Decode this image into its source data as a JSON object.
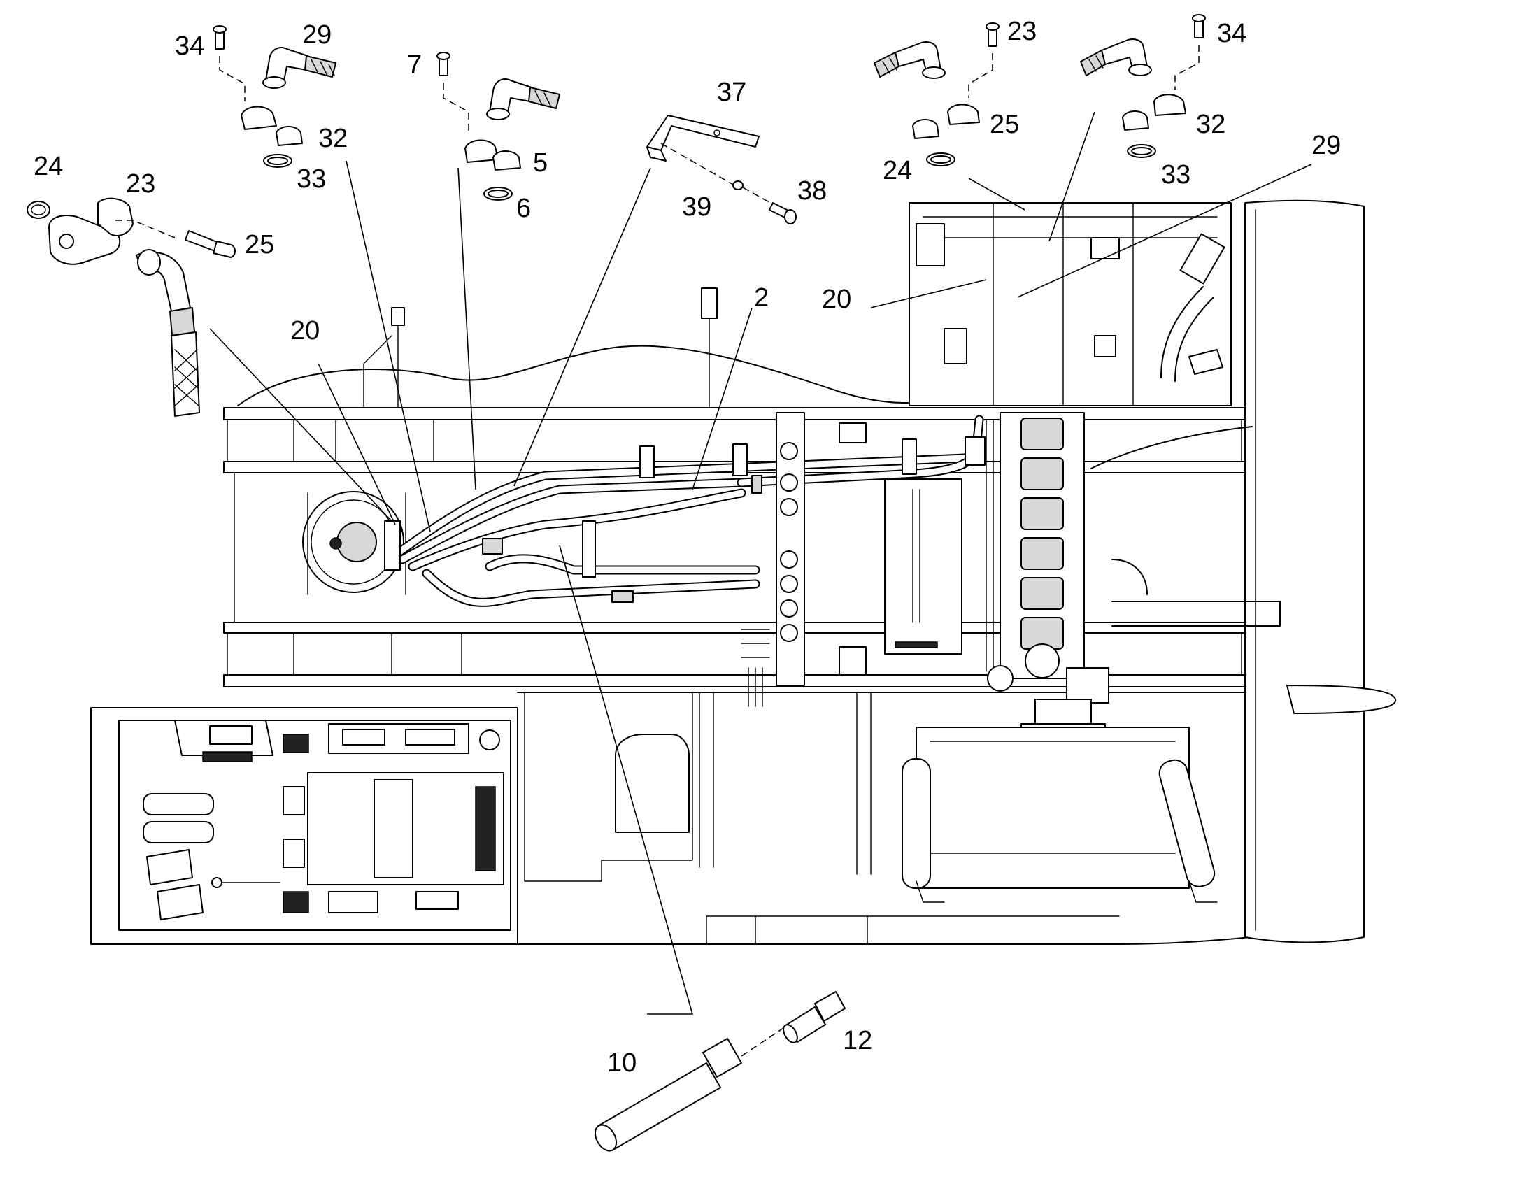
{
  "diagram": {
    "callouts": [
      {
        "id": "c34a",
        "text": "34"
      },
      {
        "id": "c29a",
        "text": "29"
      },
      {
        "id": "c7",
        "text": "7"
      },
      {
        "id": "c32a",
        "text": "32"
      },
      {
        "id": "c33a",
        "text": "33"
      },
      {
        "id": "c5",
        "text": "5"
      },
      {
        "id": "c6",
        "text": "6"
      },
      {
        "id": "c24a",
        "text": "24"
      },
      {
        "id": "c23a",
        "text": "23"
      },
      {
        "id": "c25a",
        "text": "25"
      },
      {
        "id": "c37",
        "text": "37"
      },
      {
        "id": "c38",
        "text": "38"
      },
      {
        "id": "c39",
        "text": "39"
      },
      {
        "id": "c23b",
        "text": "23"
      },
      {
        "id": "c34b",
        "text": "34"
      },
      {
        "id": "c25b",
        "text": "25"
      },
      {
        "id": "c32b",
        "text": "32"
      },
      {
        "id": "c24b",
        "text": "24"
      },
      {
        "id": "c33b",
        "text": "33"
      },
      {
        "id": "c29b",
        "text": "29"
      },
      {
        "id": "c20a",
        "text": "20"
      },
      {
        "id": "c20b",
        "text": "20"
      },
      {
        "id": "c2",
        "text": "2"
      },
      {
        "id": "c10",
        "text": "10"
      },
      {
        "id": "c12",
        "text": "12"
      }
    ]
  }
}
